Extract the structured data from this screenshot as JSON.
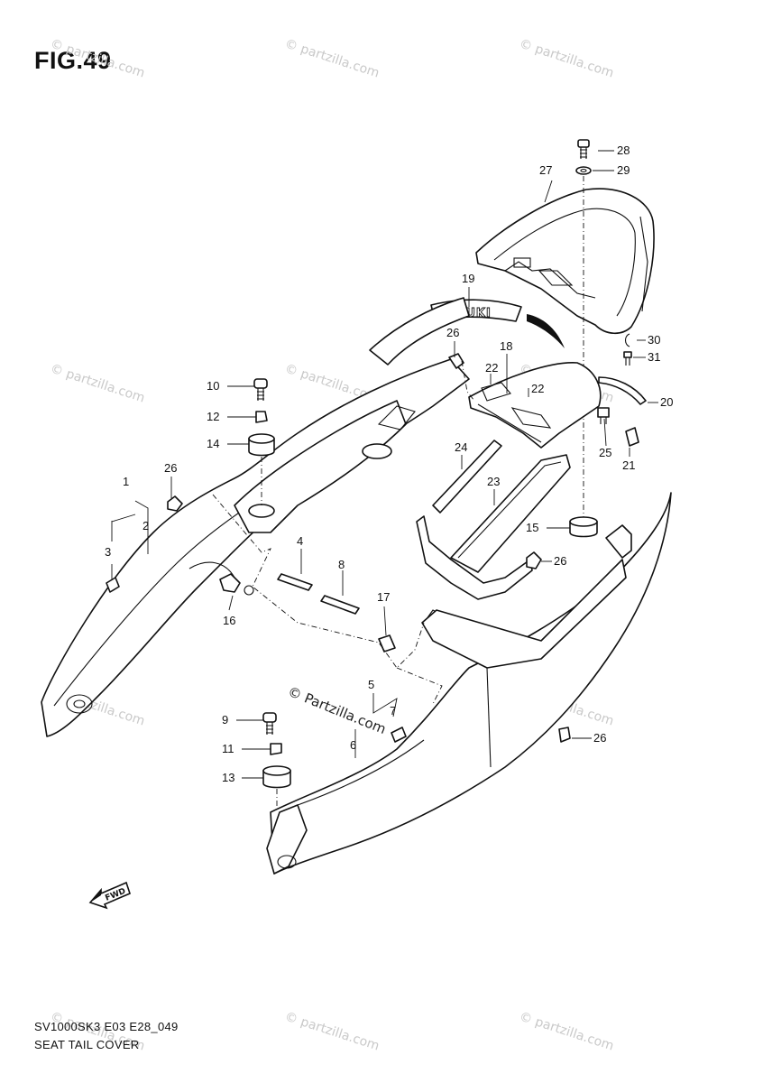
{
  "figure": {
    "title": "FIG.49"
  },
  "footer": {
    "code": "SV1000SK3 E03 E28_049",
    "name": "SEAT TAIL COVER"
  },
  "watermark": {
    "text": "© Partzilla.com",
    "text_small": "© partzilla.com"
  },
  "orientation_label": "FWD",
  "callouts": [
    "1",
    "2",
    "3",
    "4",
    "5",
    "6",
    "7",
    "8",
    "9",
    "10",
    "11",
    "12",
    "13",
    "14",
    "15",
    "16",
    "17",
    "18",
    "19",
    "20",
    "21",
    "22",
    "23",
    "24",
    "25",
    "26",
    "27",
    "28",
    "29",
    "30",
    "31"
  ],
  "emblem": {
    "text": "SUZUKI"
  }
}
